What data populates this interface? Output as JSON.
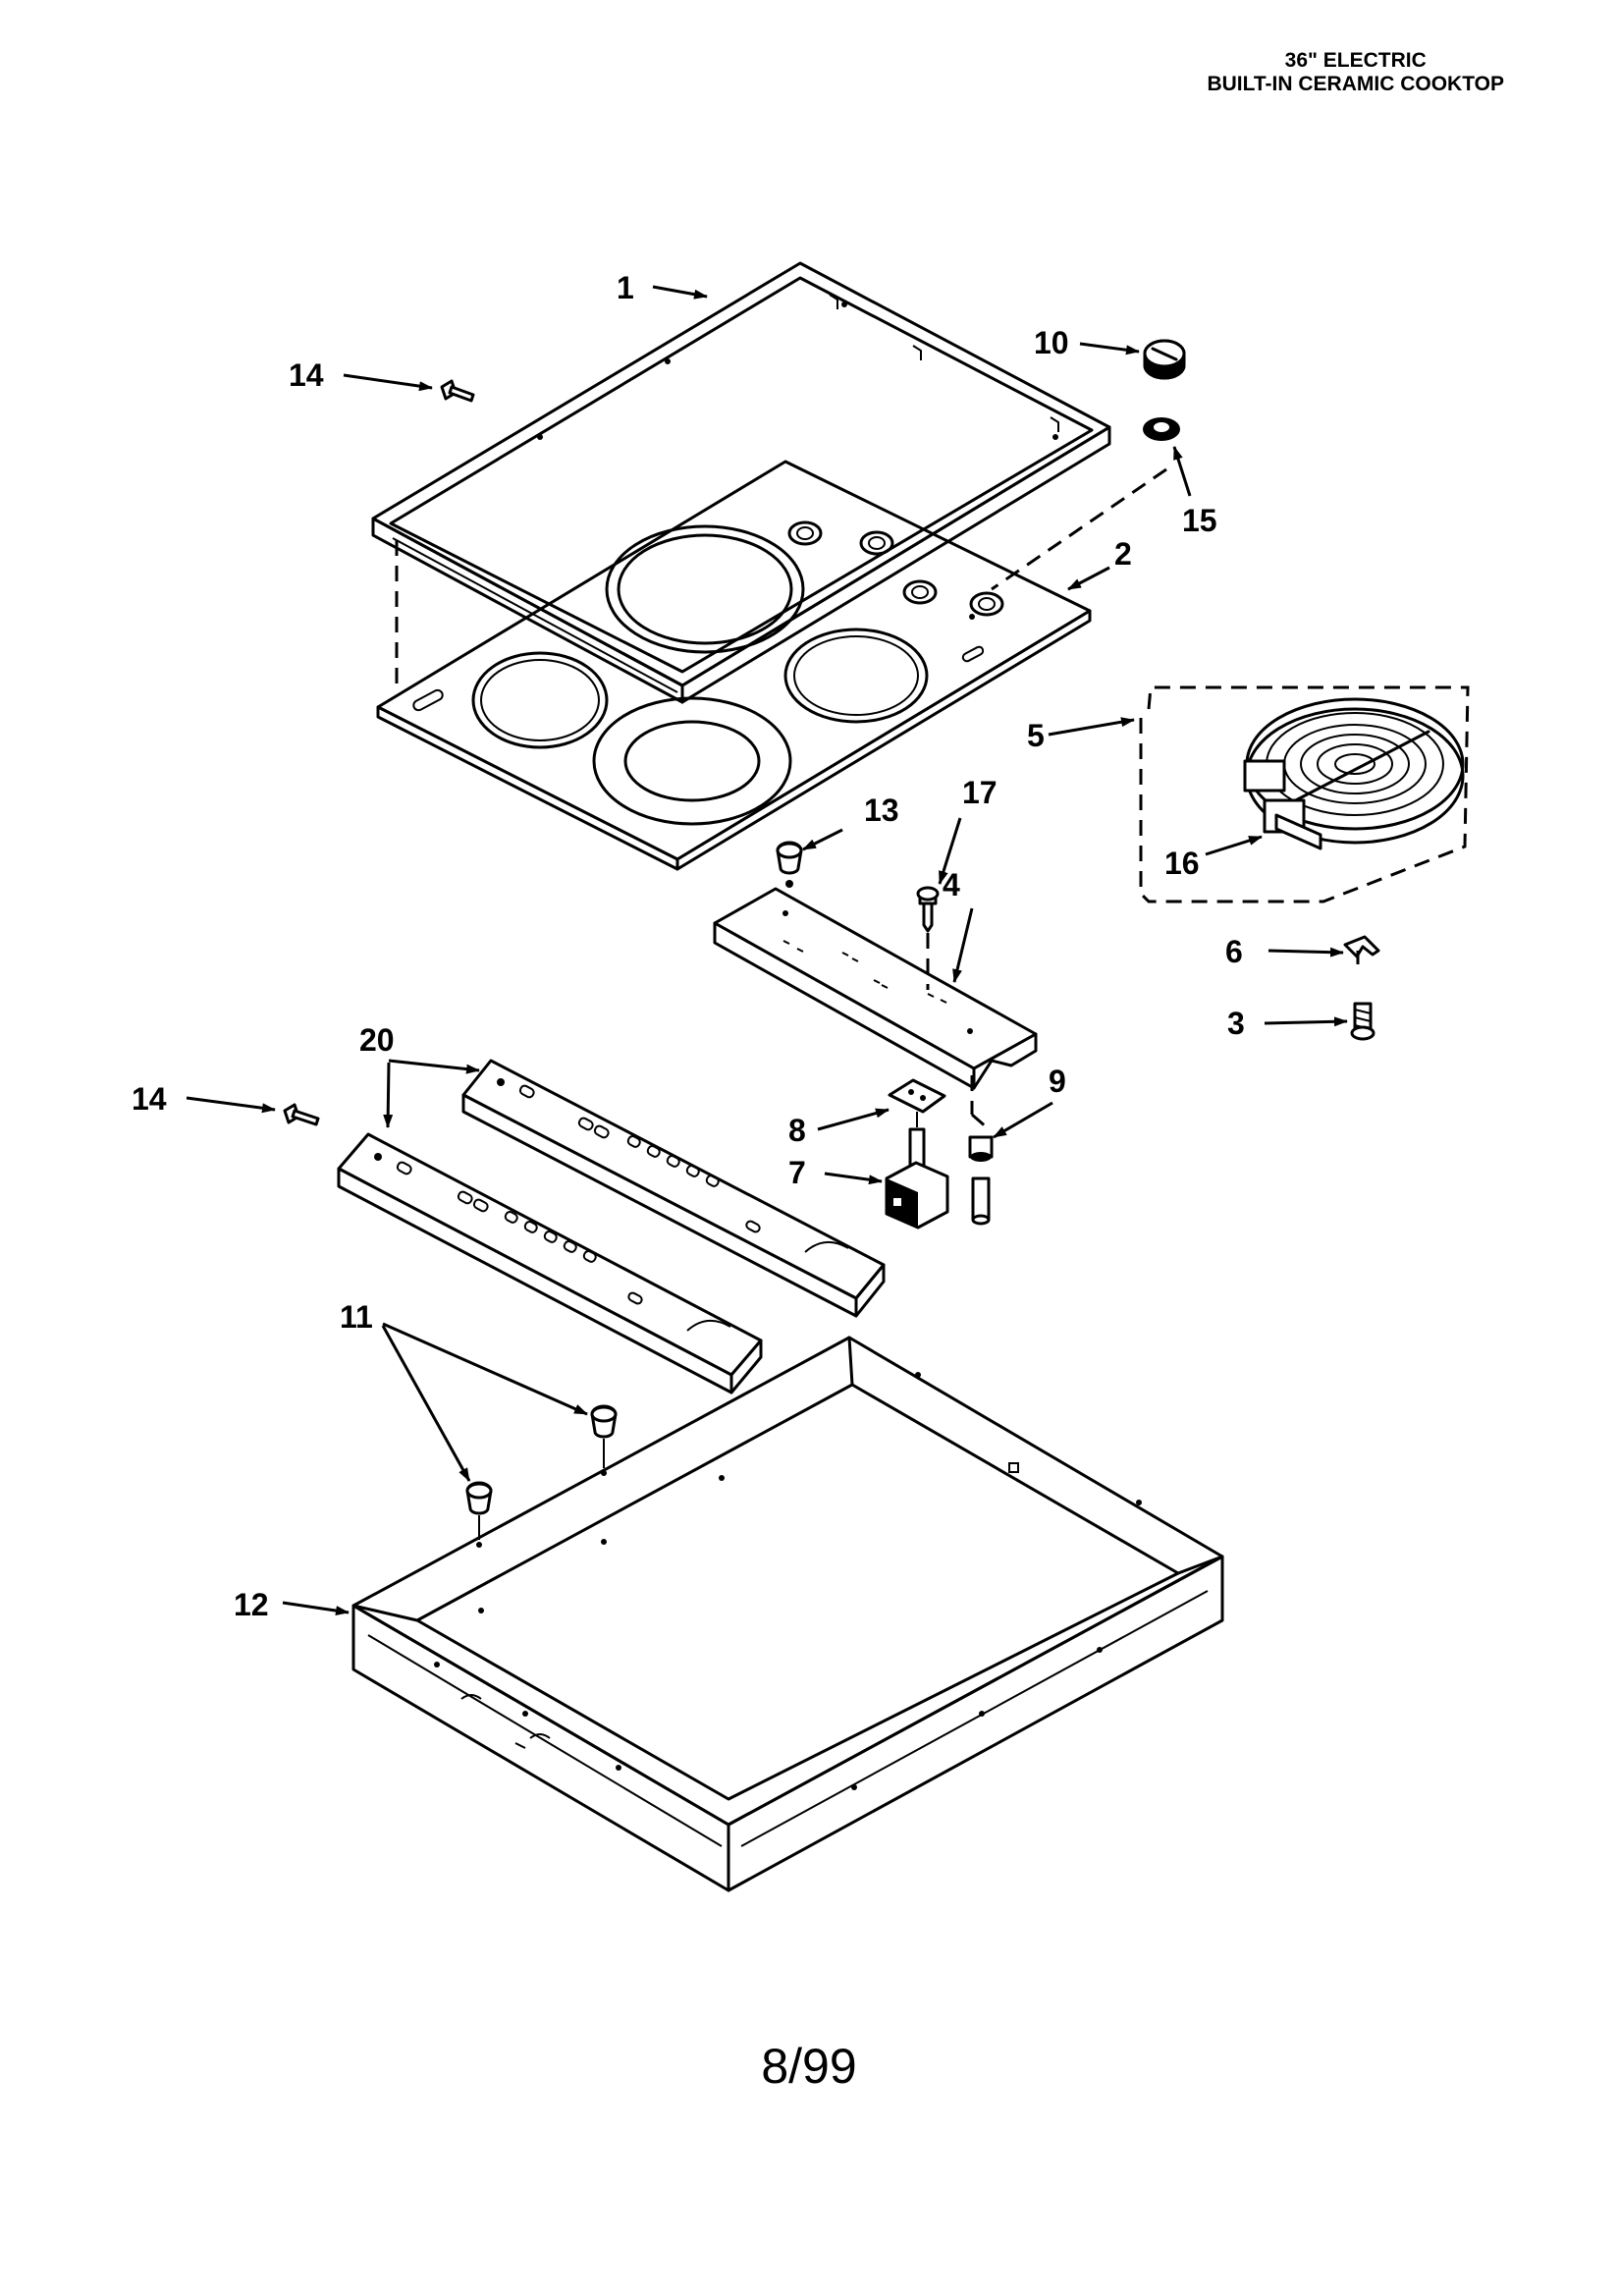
{
  "header": {
    "line1": "36\" ELECTRIC",
    "line2": "BUILT-IN CERAMIC COOKTOP"
  },
  "callouts": {
    "c1": "1",
    "c2": "2",
    "c3": "3",
    "c4": "4",
    "c5": "5",
    "c6": "6",
    "c7": "7",
    "c8": "8",
    "c9": "9",
    "c10": "10",
    "c11": "11",
    "c12": "12",
    "c13": "13",
    "c14a": "14",
    "c14b": "14",
    "c15": "15",
    "c16": "16",
    "c17": "17",
    "c20": "20"
  },
  "footer": {
    "page": "8/99"
  }
}
